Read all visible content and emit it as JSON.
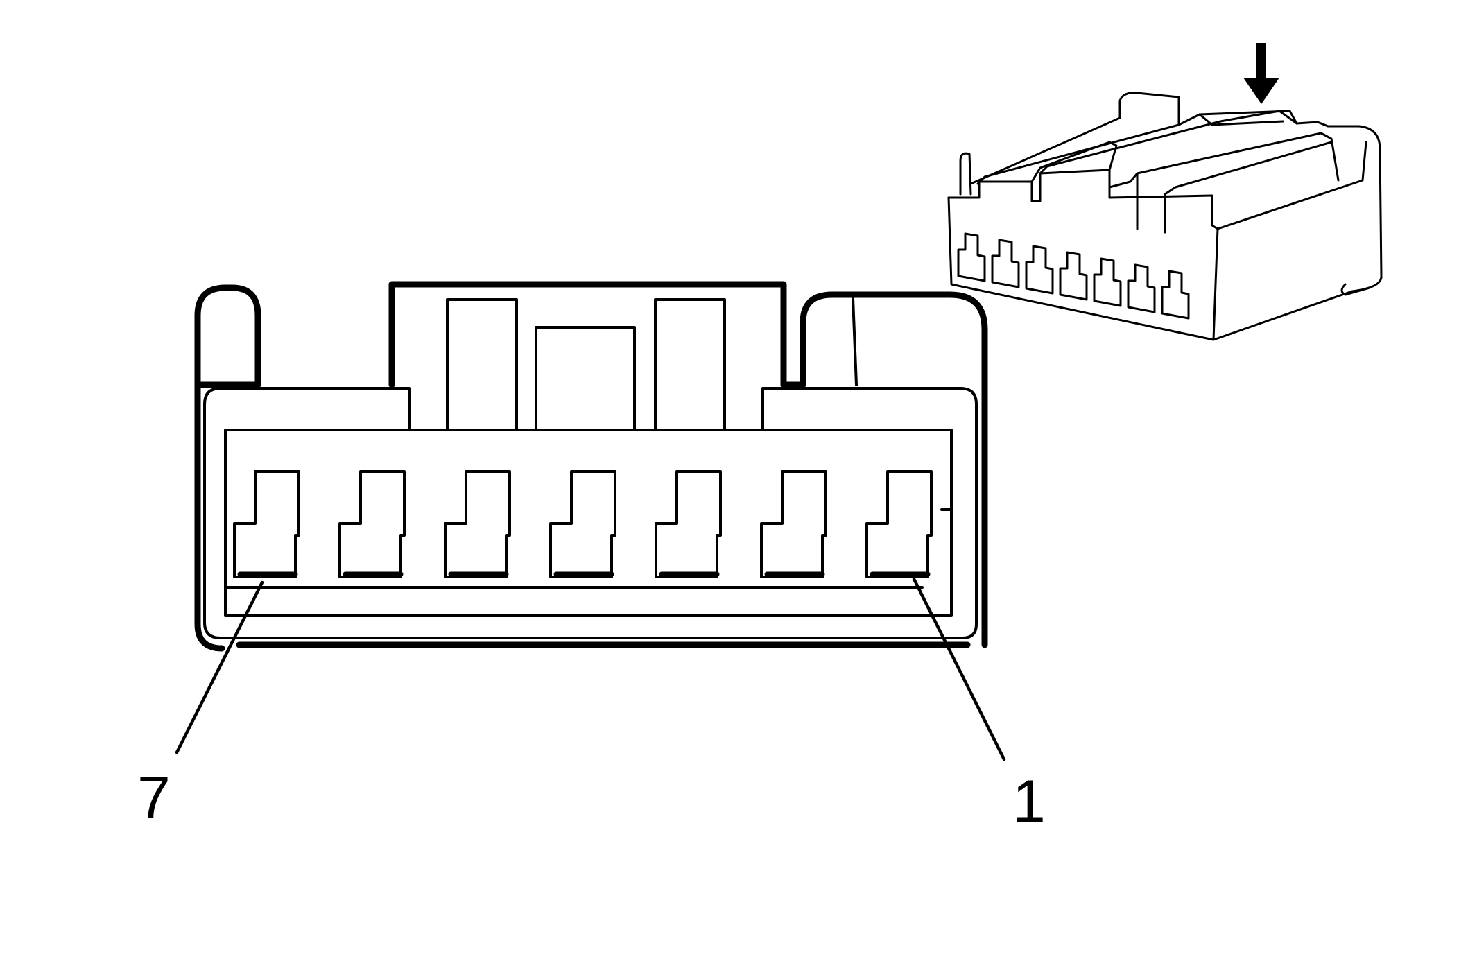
{
  "diagram": {
    "type": "connector-face-view",
    "pin_count": 7,
    "labels": {
      "left_pin": "7",
      "right_pin": "1"
    },
    "colors": {
      "line": "#000000",
      "background": "#ffffff"
    },
    "icons": [
      "down-arrow-icon"
    ]
  }
}
